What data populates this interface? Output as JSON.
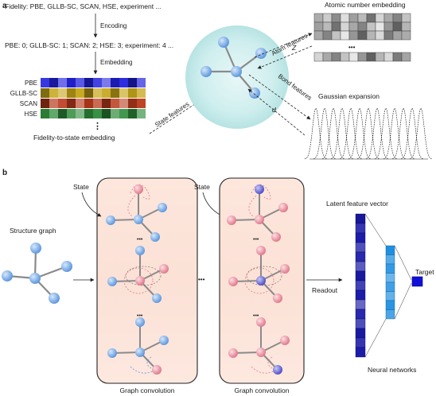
{
  "panel_a": {
    "label": "a",
    "fidelity_list": "Fidelity: PBE, GLLB-SC, SCAN, HSE, experiment ...",
    "encoding_label": "Encoding",
    "encoded_list": "PBE: 0; GLLB-SC: 1; SCAN: 2; HSE: 3; experiment: 4 ...",
    "embedding_label": "Embedding",
    "rows": [
      "PBE",
      "GLLB-SC",
      "SCAN",
      "HSE"
    ],
    "row_colors": [
      "#2222dd",
      "#c4a418",
      "#b83a1c",
      "#2e8a3a"
    ],
    "ellipsis": "⋮",
    "fidelity_to_state": "Fidelity-to-state embedding",
    "state_features": "State features",
    "atom_features": "Atom features",
    "z_label": "Z",
    "bond_features": "Bond features",
    "d_label": "d",
    "atomic_number_embedding": "Atomic number embedding",
    "row_ellipsis": "•••",
    "gaussian_expansion": "Gaussian expansion"
  },
  "panel_b": {
    "label": "b",
    "structure_graph": "Structure graph",
    "state_1": "State",
    "state_2": "State",
    "graph_conv_1": "Graph convolution",
    "graph_conv_2": "Graph convolution",
    "dots": "•••",
    "readout": "Readout",
    "latent_feature_vector": "Latent feature vector",
    "target": "Target",
    "neural_networks": "Neural networks",
    "colors": {
      "node_blue": "#7fb0ea",
      "node_pink": "#ef9aa8",
      "node_purple": "#6f6fd6",
      "vector_dark": "#1a1aa8",
      "vector_light": "#1f8fe0",
      "target": "#1010d8"
    }
  }
}
